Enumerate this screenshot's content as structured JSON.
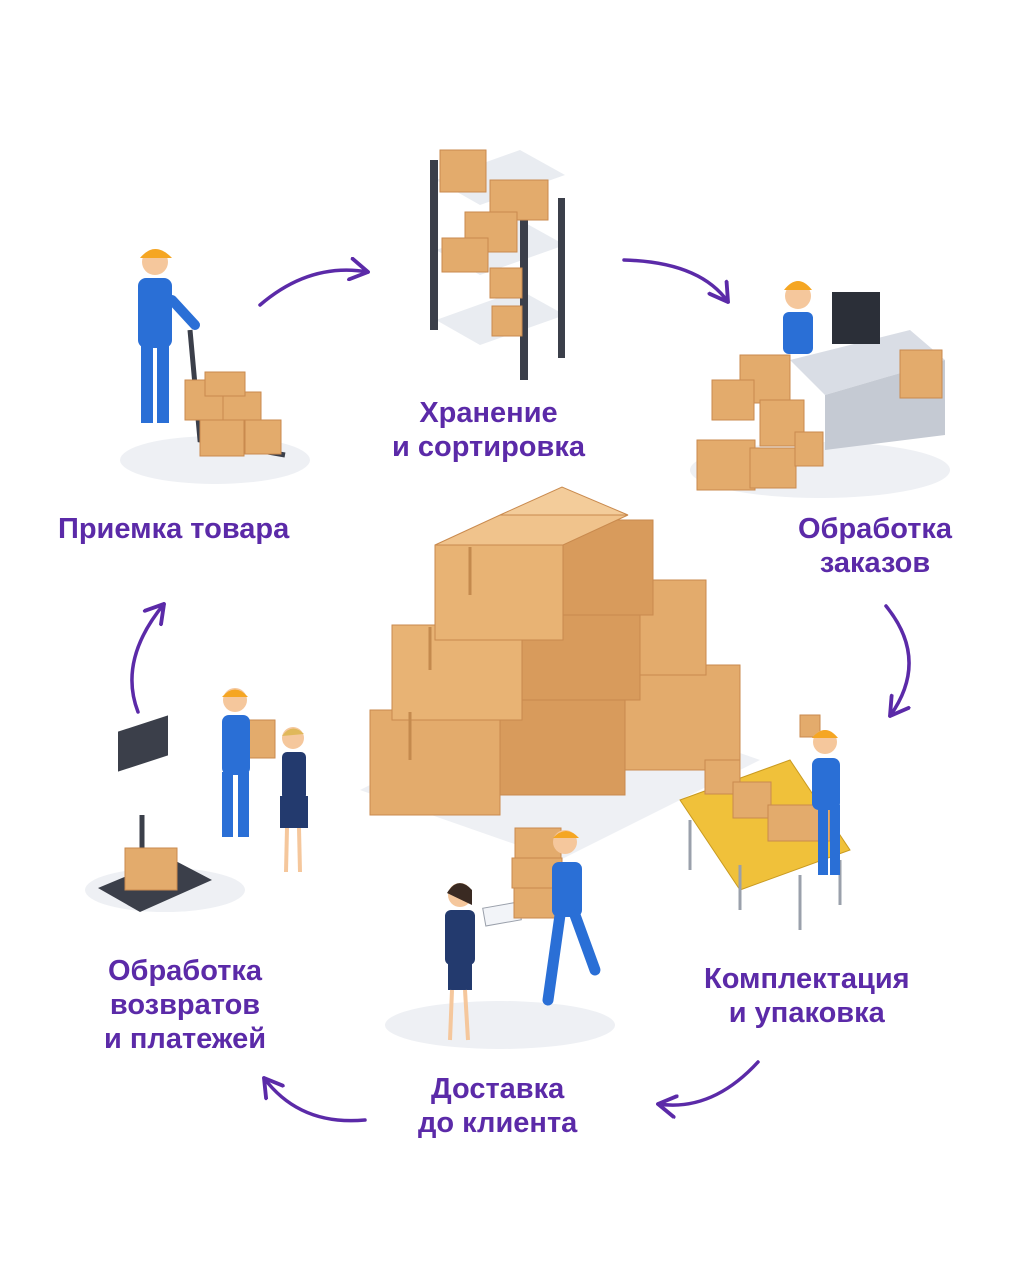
{
  "diagram": {
    "colors": {
      "label": "#5b2aa8",
      "arrow": "#5b2aa8",
      "box": "#e3ab6c",
      "box_shade": "#c98a4e",
      "uniform": "#2a6fd6",
      "helmet": "#f5a623",
      "shelf_frame": "#3b3f4a"
    },
    "stages": [
      {
        "id": "receiving",
        "icon": "pallet-jack-worker-icon",
        "lines": [
          "Приемка товара"
        ]
      },
      {
        "id": "storage",
        "icon": "storage-shelf-icon",
        "lines": [
          "Хранение",
          "и сортировка"
        ]
      },
      {
        "id": "orders",
        "icon": "operator-desk-icon",
        "lines": [
          "Обработка",
          "заказов"
        ]
      },
      {
        "id": "packing",
        "icon": "conveyor-packing-icon",
        "lines": [
          "Комплектация",
          "и упаковка"
        ]
      },
      {
        "id": "delivery",
        "icon": "courier-delivery-icon",
        "lines": [
          "Доставка",
          "до клиента"
        ]
      },
      {
        "id": "returns",
        "icon": "scale-returns-icon",
        "lines": [
          "Обработка",
          "возвратов",
          "и платежей"
        ]
      }
    ],
    "center_icon": "box-stack-icon"
  }
}
